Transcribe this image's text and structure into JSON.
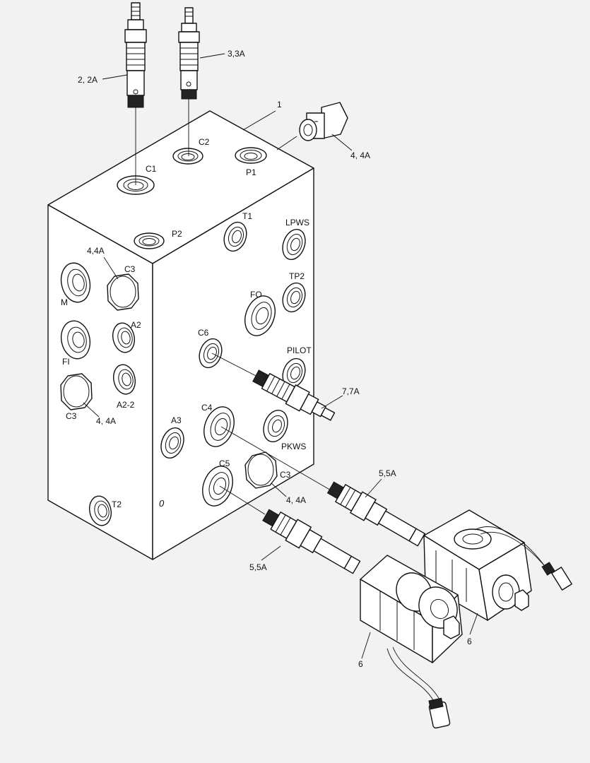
{
  "callouts": {
    "c_2_2a": "2, 2A",
    "c_3_3a": "3,3A",
    "c_1": "1",
    "c_4_4a_top": "4, 4A",
    "c_4_4a_left": "4,4A",
    "c_4_4a_mid": "4, 4A",
    "c_4_4a_bottom": "4, 4A",
    "c_7_7a": "7,7A",
    "c_5_5a_right": "5,5A",
    "c_5_5a_bottom": "5,5A",
    "c_6_right": "6",
    "c_6_bottom": "6"
  },
  "ports": {
    "c1": "C1",
    "c2": "C2",
    "p1": "P1",
    "p2": "P2",
    "t1": "T1",
    "lpws": "LPWS",
    "tp2": "TP2",
    "fo": "FO",
    "pilot": "PILOT",
    "c6": "C6",
    "c4": "C4",
    "pkws": "PKWS",
    "c3_left": "C3",
    "c3_plug_bottom": "C3",
    "c3_plug_right": "C3",
    "m": "M",
    "a2": "A2",
    "fi": "FI",
    "a2_2": "A2-2",
    "a3": "A3",
    "c5": "C5",
    "t2": "T2",
    "o_mark": "0"
  }
}
